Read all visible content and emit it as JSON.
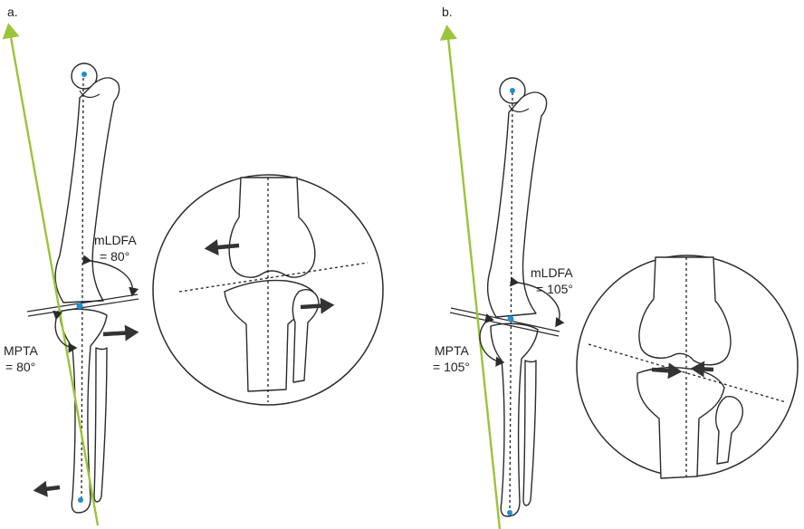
{
  "panels": [
    {
      "label": "a.",
      "ldfa_name": "mLDFA",
      "ldfa_value": "= 80°",
      "mpta_name": "MPTA",
      "mpta_value": "= 80°"
    },
    {
      "label": "b.",
      "ldfa_name": "mLDFA",
      "ldfa_value": "= 105°",
      "mpta_name": "MPTA",
      "mpta_value": "= 105°"
    }
  ],
  "colors": {
    "weight_bearing_axis": "#9bc43a",
    "joint_center_point": "#1f8fd0",
    "arrow": "#333333",
    "outline": "#2b2b2b"
  }
}
